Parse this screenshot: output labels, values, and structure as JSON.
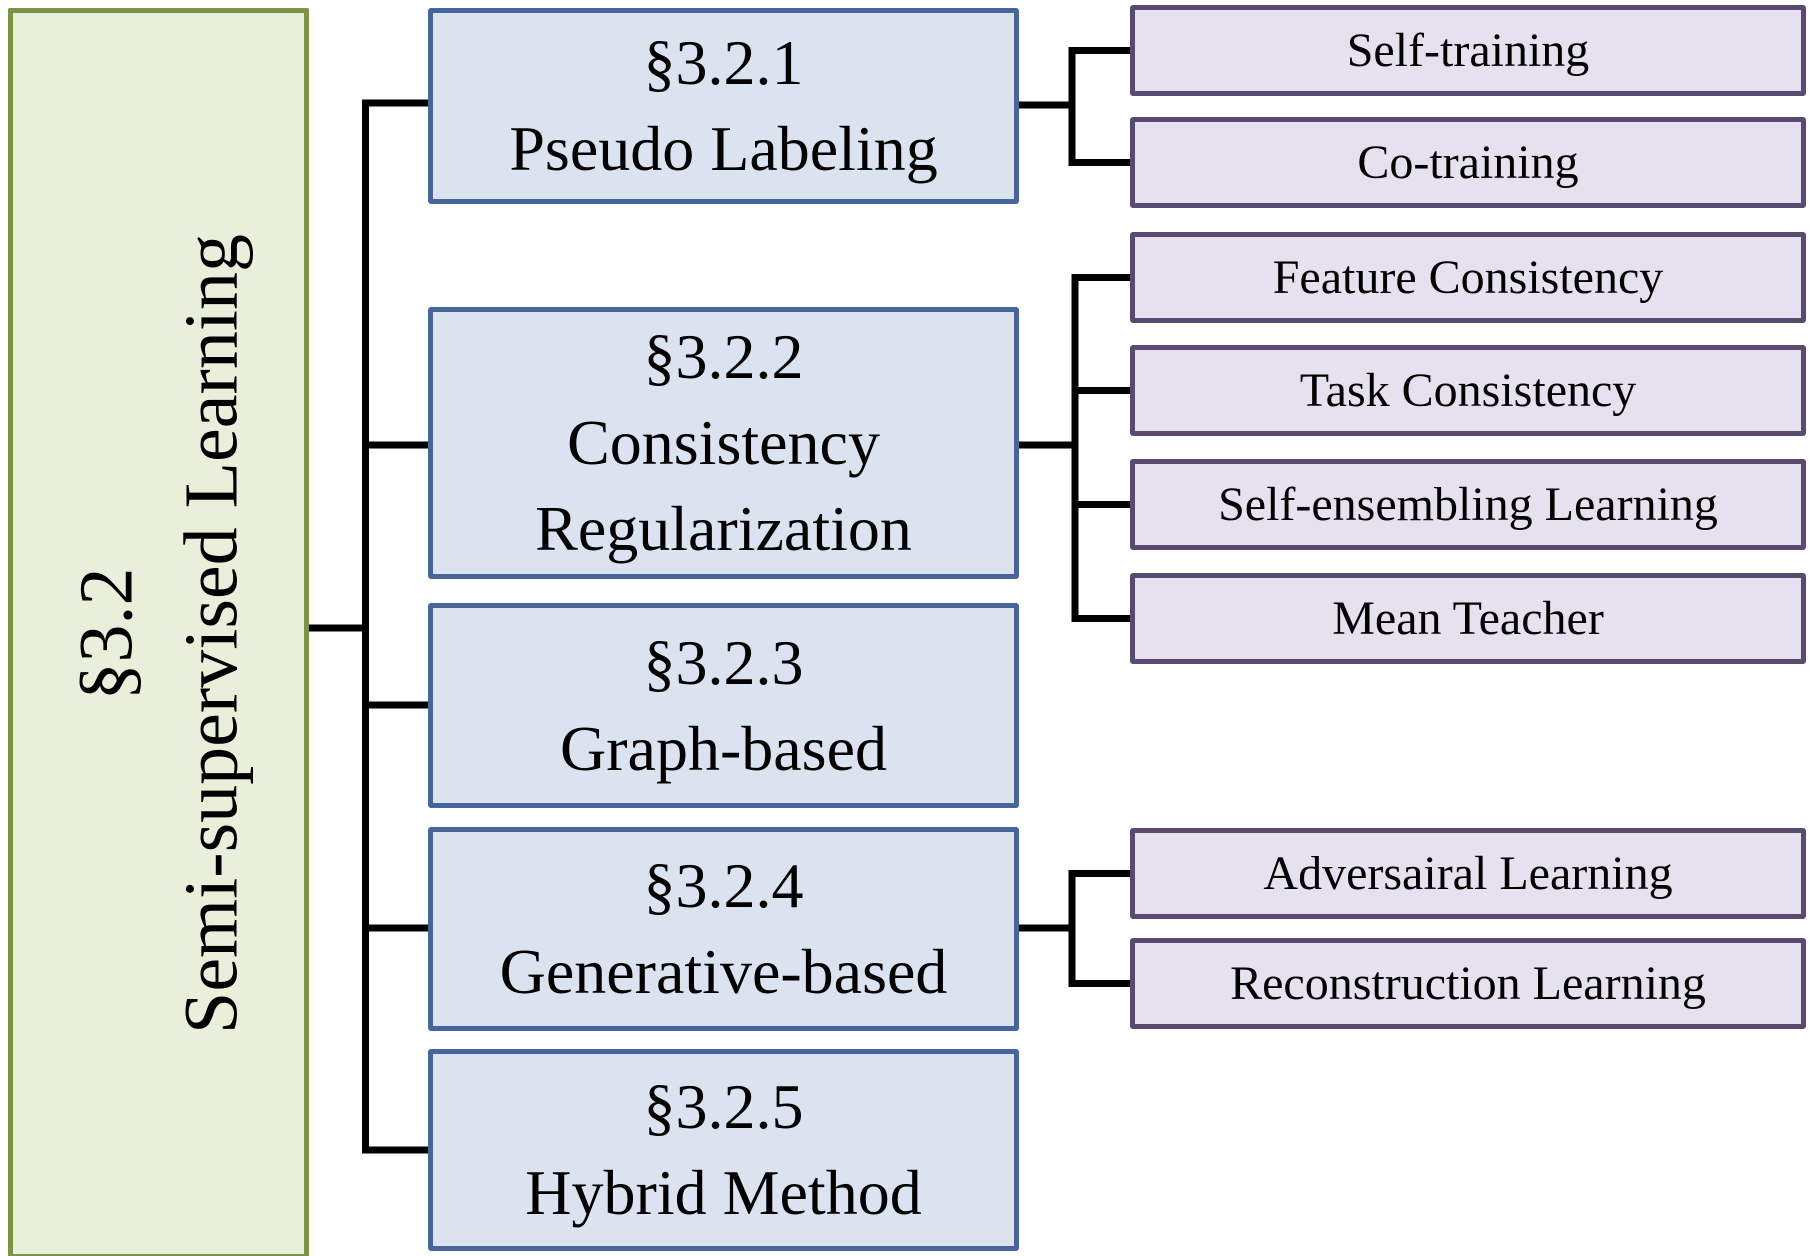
{
  "figure": {
    "root": {
      "number": "§3.2",
      "title": "Semi-supervised Learning"
    },
    "sections": [
      {
        "number": "§3.2.1",
        "name": "Pseudo Labeling",
        "children": [
          "Self-training",
          "Co-training"
        ]
      },
      {
        "number": "§3.2.2",
        "name": "Consistency Regularization",
        "children": [
          "Feature Consistency",
          "Task Consistency",
          "Self-ensembling Learning",
          "Mean Teacher"
        ]
      },
      {
        "number": "§3.2.3",
        "name": "Graph-based",
        "children": []
      },
      {
        "number": "§3.2.4",
        "name": "Generative-based",
        "children": [
          "Adversairal Learning",
          "Reconstruction Learning"
        ]
      },
      {
        "number": "§3.2.5",
        "name": "Hybrid Method",
        "children": []
      }
    ]
  },
  "colors": {
    "root_fill": "#eaefdb",
    "root_border": "#7c9446",
    "section_fill": "#dce3f0",
    "section_border": "#47659a",
    "leaf_fill": "#e6e1ee",
    "leaf_border": "#5a4a71",
    "connector": "#000000"
  }
}
